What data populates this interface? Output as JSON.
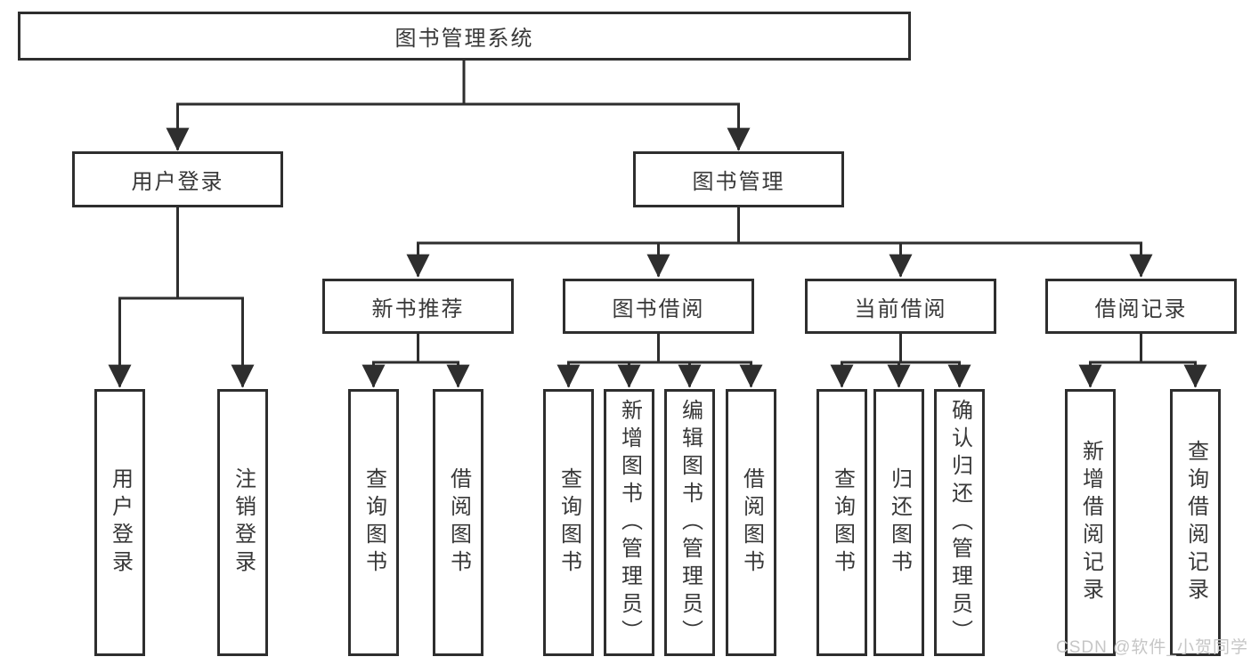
{
  "tree": {
    "root": "图书管理系统",
    "children": [
      {
        "label": "用户登录",
        "children": [
          {
            "label": "用户登录"
          },
          {
            "label": "注销登录"
          }
        ]
      },
      {
        "label": "图书管理",
        "children": [
          {
            "label": "新书推荐",
            "children": [
              {
                "label": "查询图书"
              },
              {
                "label": "借阅图书"
              }
            ]
          },
          {
            "label": "图书借阅",
            "children": [
              {
                "label": "查询图书"
              },
              {
                "label": "新增图书（管理员）"
              },
              {
                "label": "编辑图书（管理员）"
              },
              {
                "label": "借阅图书"
              }
            ]
          },
          {
            "label": "当前借阅",
            "children": [
              {
                "label": "查询图书"
              },
              {
                "label": "归还图书"
              },
              {
                "label": "确认归还（管理员）"
              }
            ]
          },
          {
            "label": "借阅记录",
            "children": [
              {
                "label": "新增借阅记录"
              },
              {
                "label": "查询借阅记录"
              }
            ]
          }
        ]
      }
    ]
  },
  "watermark": {
    "text": "CSDN @软件_小贺同学"
  },
  "colors": {
    "line": "#2e2e2e",
    "text": "#383838",
    "watermark": "#c6c6c6",
    "background": "#ffffff"
  }
}
